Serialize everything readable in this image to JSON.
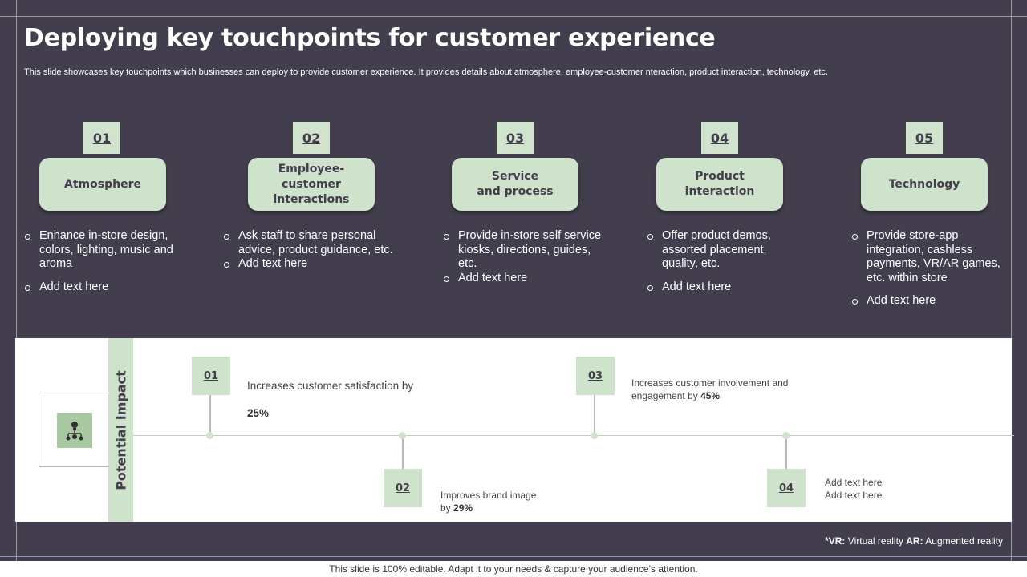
{
  "title": "Deploying key touchpoints for customer experience",
  "subtitle": "This slide showcases key touchpoints which businesses can deploy to provide customer experience. It provides details about atmosphere, employee-customer nteraction, product interaction, technology, etc.",
  "touchpoints": [
    {
      "num": "01",
      "label": "Atmosphere",
      "bullets": [
        "Enhance in-store design, colors, lighting, music and aroma",
        "Add text here"
      ]
    },
    {
      "num": "02",
      "label": "Employee-\ncustomer\ninteractions",
      "bullets": [
        "Ask staff to share personal advice, product guidance, etc.",
        "Add text here"
      ]
    },
    {
      "num": "03",
      "label": "Service\nand process",
      "bullets": [
        "Provide in-store self service kiosks, directions, guides, etc.",
        "Add text here"
      ]
    },
    {
      "num": "04",
      "label": "Product\ninteraction",
      "bullets": [
        "Offer product demos, assorted placement, quality, etc.",
        "Add text here"
      ]
    },
    {
      "num": "05",
      "label": "Technology",
      "bullets": [
        "Provide store-app integration, cashless payments, VR/AR games, etc. within store",
        "Add text here"
      ]
    }
  ],
  "impact": {
    "label": "Potential Impact",
    "items": [
      {
        "num": "01",
        "text": "Increases customer satisfaction by",
        "highlight": "25%"
      },
      {
        "num": "02",
        "text": "Improves  brand  image\nby",
        "highlight": "29%"
      },
      {
        "num": "03",
        "text": "Increases  customer involvement   and\nengagement  by",
        "highlight": "45%"
      },
      {
        "num": "04",
        "text": "Add text here\nAdd text here",
        "highlight": ""
      }
    ]
  },
  "footnote": {
    "vr_key": "*VR:",
    "vr_value": "Virtual reality",
    "ar_key": "AR:",
    "ar_value": "Augmented reality"
  },
  "bottom_note": "This slide is 100% editable. Adapt it to your needs & capture your audience’s attention.",
  "colors": {
    "background": "#433e4d",
    "accent": "#cfe2cb"
  }
}
